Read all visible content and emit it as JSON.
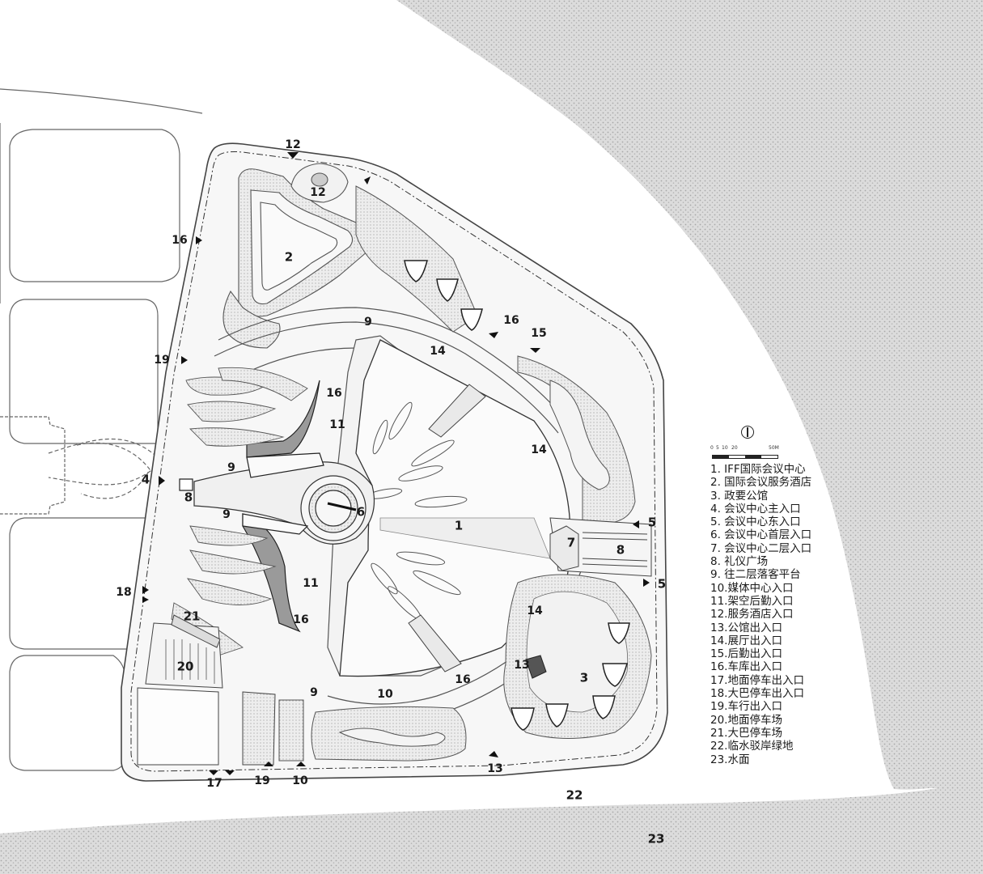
{
  "labels": {
    "l1": "1",
    "l2": "2",
    "l3": "3",
    "l4": "4",
    "l5a": "5",
    "l5b": "5",
    "l6": "6",
    "l7": "7",
    "l8a": "8",
    "l8b": "8",
    "l9a": "9",
    "l9b": "9",
    "l9c": "9",
    "l9d": "9",
    "l10a": "10",
    "l10b": "10",
    "l11a": "11",
    "l11b": "11",
    "l12a": "12",
    "l12b": "12",
    "l13a": "13",
    "l13b": "13",
    "l14a": "14",
    "l14b": "14",
    "l14c": "14",
    "l15": "15",
    "l16a": "16",
    "l16b": "16",
    "l16c": "16",
    "l16d": "16",
    "l16e": "16",
    "l17": "17",
    "l18": "18",
    "l19a": "19",
    "l19b": "19",
    "l20": "20",
    "l21": "21",
    "l22": "22",
    "l23": "23"
  },
  "scale": {
    "ticks": [
      "0",
      "5",
      "10",
      "20",
      "50M"
    ]
  },
  "legend": [
    "1.  IFF国际会议中心",
    "2.  国际会议服务酒店",
    "3.  政要公馆",
    "4.  会议中心主入口",
    "5.  会议中心东入口",
    "6.  会议中心首层入口",
    "7.  会议中心二层入口",
    "8.  礼仪广场",
    "9.  往二层落客平台",
    "10.媒体中心入口",
    "11.架空后勤入口",
    "12.服务酒店入口",
    "13.公馆出入口",
    "14.展厅出入口",
    "15.后勤出入口",
    "16.车库出入口",
    "17.地面停车出入口",
    "18.大巴停车出入口",
    "19.车行出入口",
    "20.地面停车场",
    "21.大巴停车场",
    "22.临水驳岸绿地",
    "23.水面"
  ],
  "colors": {
    "water": "#d4d4d4",
    "line": "#555555",
    "green": "#e6e6e6"
  }
}
